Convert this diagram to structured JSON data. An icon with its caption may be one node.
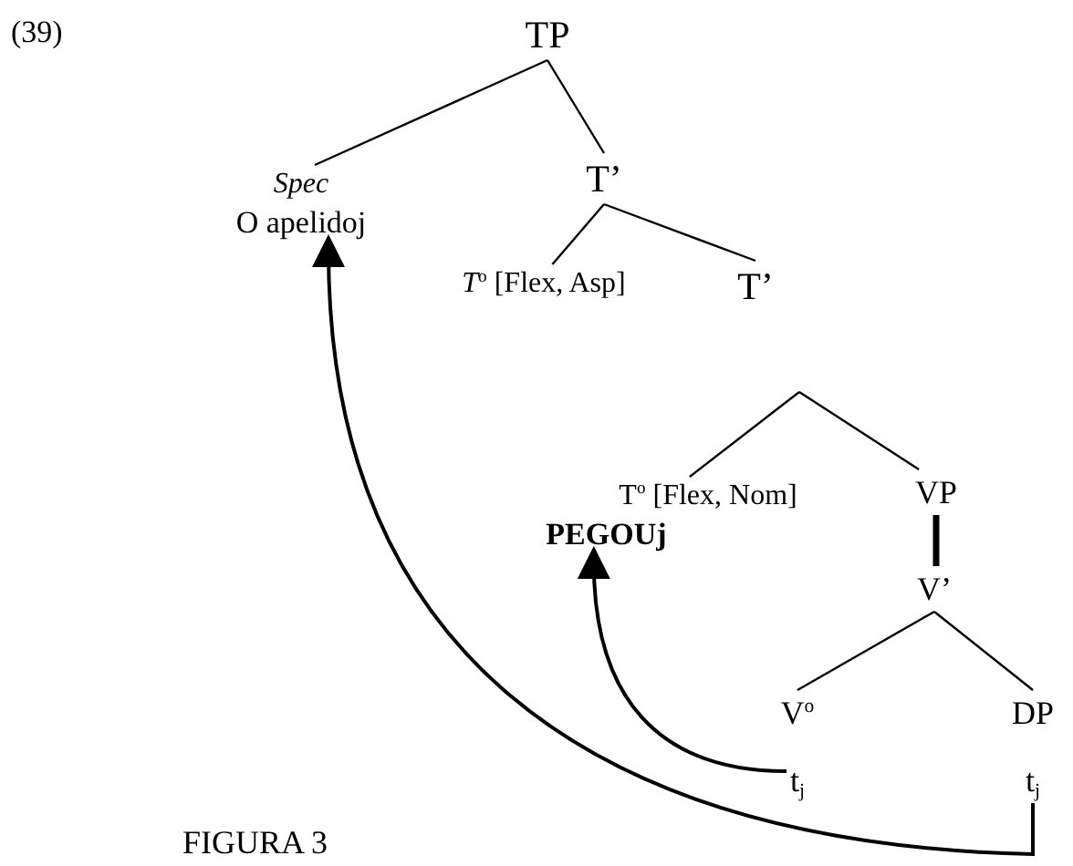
{
  "diagram": {
    "nodes": [
      {
        "text": [
          "TP"
        ]
      },
      {
        "text": [
          "Spec",
          "O apelidoj"
        ]
      },
      {
        "text": [
          "T’"
        ]
      },
      {
        "text": [
          "*T*$^{o}$ [Flex, Asp]"
        ]
      },
      {
        "text": [
          "T’"
        ]
      },
      {
        "text": [
          "T$^{o}$ [Flex, Nom]",
          "PEGOUj"
        ]
      },
      {
        "text": [
          "VP"
        ]
      },
      {
        "text": [
          "V’"
        ]
      },
      {
        "text": [
          "V$^{o}$"
        ]
      },
      {
        "text": [
          "t$_{j}$"
        ]
      },
      {
        "text": [
          "DP"
        ]
      },
      {
        "text": [
          "t$_{j}$"
        ]
      }
    ],
    "edges": [
      {
        "from": 0,
        "to": 1,
        "arrow": "none"
      },
      {
        "from": 0,
        "to": 2,
        "arrow": "none"
      },
      {
        "from": 2,
        "to": 3,
        "arrow": "none"
      },
      {
        "from": 2,
        "to": 4,
        "arrow": "none"
      },
      {
        "from": null,
        "to": 5,
        "arrow": "none"
      },
      {
        "from": null,
        "to": 6,
        "arrow": "none"
      },
      {
        "from": 6,
        "to": 7,
        "arrow": "none",
        "style": "thick"
      },
      {
        "from": 7,
        "to": 8,
        "arrow": "none"
      },
      {
        "from": 7,
        "to": 10,
        "arrow": "none"
      },
      {
        "from": 9,
        "to": 5,
        "arrow": "to"
      },
      {
        "from": 11,
        "to": 1,
        "arrow": "to"
      }
    ],
    "labels": [
      "(39)",
      "FIGURA 3"
    ]
  }
}
